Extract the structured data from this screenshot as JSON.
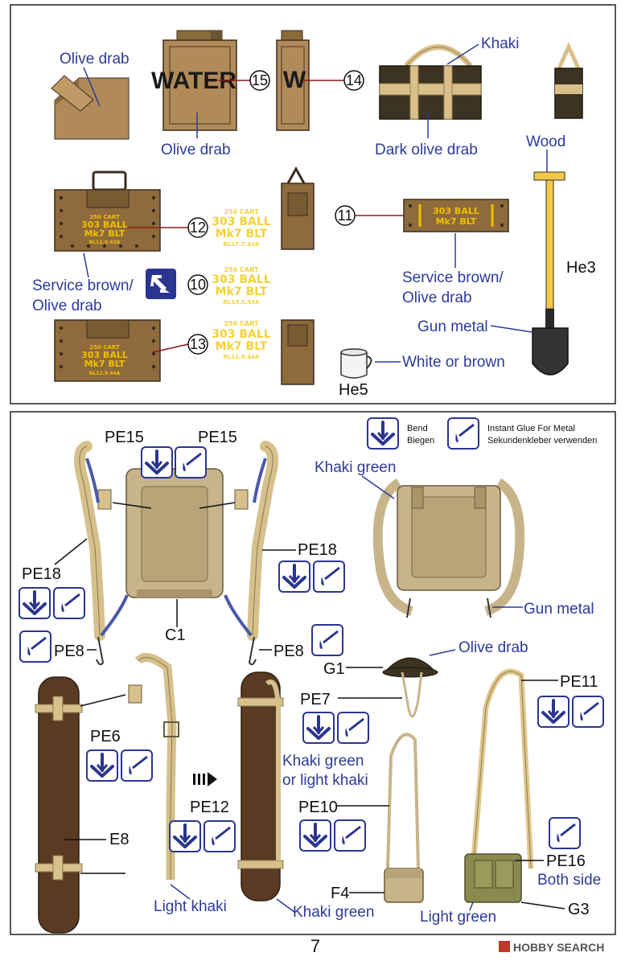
{
  "top_panel": {
    "labels": {
      "olive_drab_1": "Olive drab",
      "olive_drab_2": "Olive drab",
      "khaki": "Khaki",
      "dark_olive_drab": "Dark olive drab",
      "wood": "Wood",
      "he3": "He3",
      "service_brown_1a": "Service brown/",
      "service_brown_1b": "Olive drab",
      "service_brown_2a": "Service brown/",
      "service_brown_2b": "Olive drab",
      "gun_metal": "Gun metal",
      "white_or_brown": "White or brown",
      "he5": "He5"
    },
    "stamps": {
      "water": "WATER",
      "w": "W"
    },
    "callouts": {
      "c15": "15",
      "c14": "14",
      "c12": "12",
      "c10": "10",
      "c13": "13",
      "c11": "11"
    },
    "stencils": {
      "line1": "250 CART",
      "line2": "303 BALL",
      "line3": "Mk7 BLT",
      "line4": "RL12.9.43A",
      "line4b": "RL13.5.43A",
      "line4c": "RL12.9.44A",
      "line4d": "RL17.7.43A"
    }
  },
  "bottom_panel": {
    "legend": {
      "bend_en": "Bend",
      "bend_de": "Biegen",
      "glue_en": "Instant Glue For Metal",
      "glue_de": "Sekundenkleber verwenden"
    },
    "parts": {
      "pe15a": "PE15",
      "pe15b": "PE15",
      "pe18a": "PE18",
      "pe18b": "PE18",
      "c1": "C1",
      "pe8a": "PE8",
      "pe8b": "PE8",
      "pe6": "PE6",
      "pe12": "PE12",
      "e8": "E8",
      "g1": "G1",
      "pe7": "PE7",
      "pe10": "PE10",
      "f4": "F4",
      "pe11": "PE11",
      "pe16": "PE16",
      "g3": "G3"
    },
    "colors": {
      "khaki_green_1": "Khaki green",
      "gun_metal": "Gun metal",
      "olive_drab": "Olive drab",
      "khaki_green_or_light_a": "Khaki green",
      "khaki_green_or_light_b": "or light khaki",
      "light_khaki": "Light khaki",
      "khaki_green_2": "Khaki green",
      "light_green": "Light green",
      "both_side": "Both side"
    }
  },
  "page_number": "7",
  "watermark": "HOBBY SEARCH",
  "theme": {
    "label_blue": "#2d3a9b",
    "olive": "#8a6a3a",
    "khaki": "#d9c08a",
    "dark_olive": "#3d3322",
    "stencil_yellow": "#f0c000",
    "icon_blue": "#2b3591"
  }
}
